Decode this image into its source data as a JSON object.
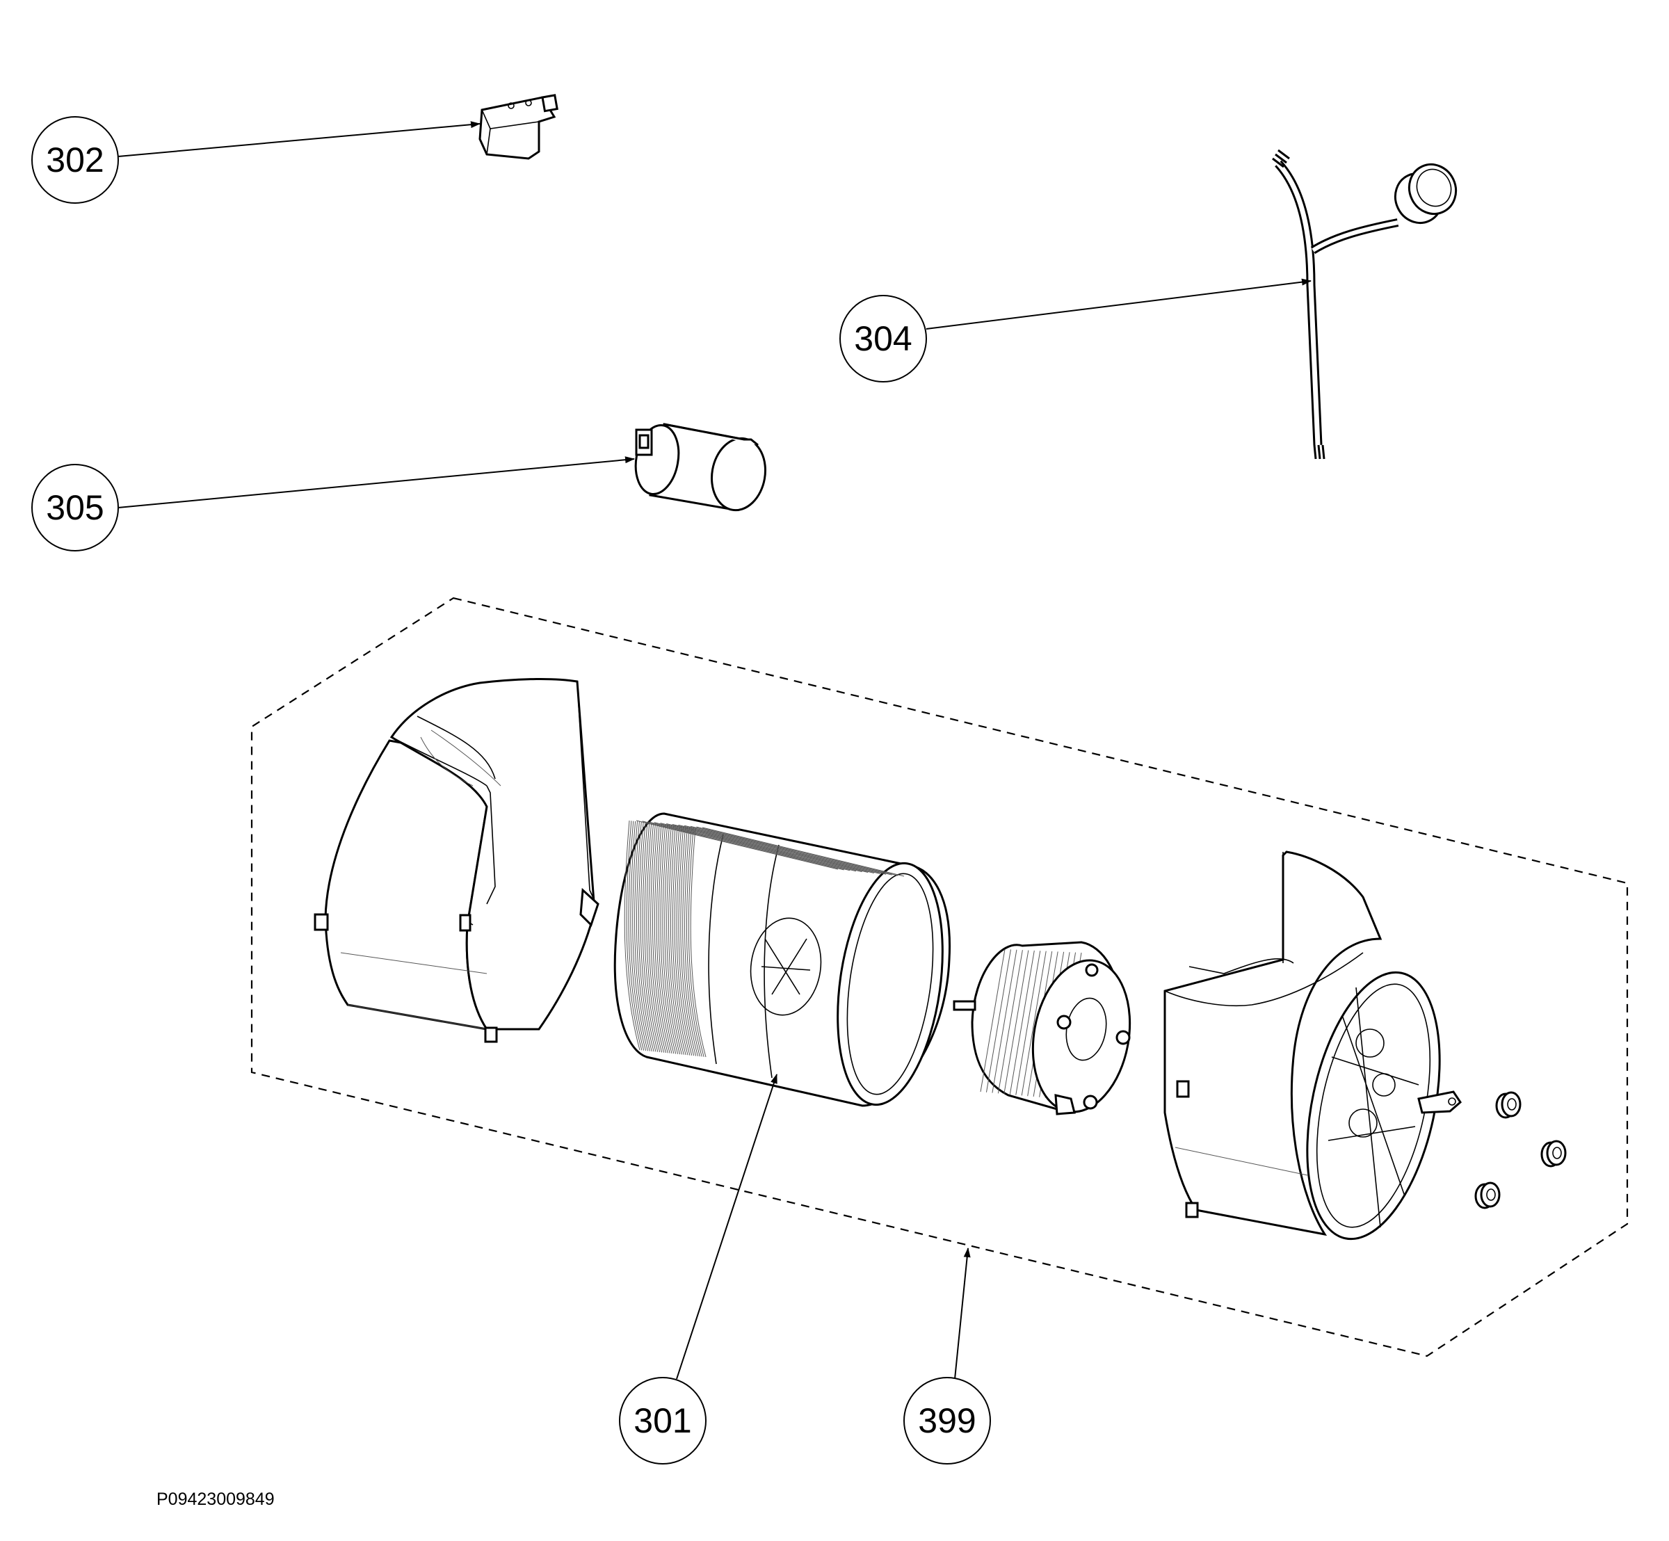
{
  "callouts": [
    {
      "label": "302"
    },
    {
      "label": "304"
    },
    {
      "label": "305"
    },
    {
      "label": "301"
    },
    {
      "label": "399"
    }
  ],
  "document_id": "P09423009849"
}
